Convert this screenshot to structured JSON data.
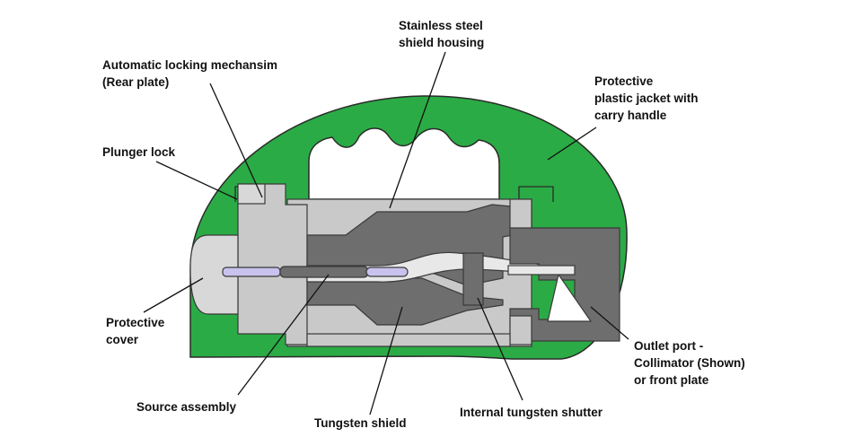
{
  "diagram": {
    "colors": {
      "jacket": "#2bab45",
      "jacket_outline": "#2a2a2a",
      "steel": "#c9c9c9",
      "steel_light": "#d8d8d8",
      "tungsten": "#6e6e6e",
      "source_capsule": "#c8c2ee",
      "beam": "#e8e8e8",
      "leader": "#111111"
    },
    "labels": {
      "stainless_steel_housing": [
        "Stainless steel",
        "shield  housing"
      ],
      "locking_mechanism": [
        "Automatic locking mechansim",
        "(Rear plate)"
      ],
      "protective_jacket": [
        "Protective",
        "plastic jacket with",
        "carry handle"
      ],
      "plunger_lock": [
        "Plunger lock"
      ],
      "protective_cover": [
        "Protective",
        "cover"
      ],
      "outlet_port": [
        "Outlet port -",
        "Collimator (Shown)",
        "or front plate"
      ],
      "source_assembly": [
        "Source assembly"
      ],
      "tungsten_shield": [
        "Tungsten shield"
      ],
      "internal_shutter": [
        "Internal tungsten shutter"
      ]
    }
  }
}
